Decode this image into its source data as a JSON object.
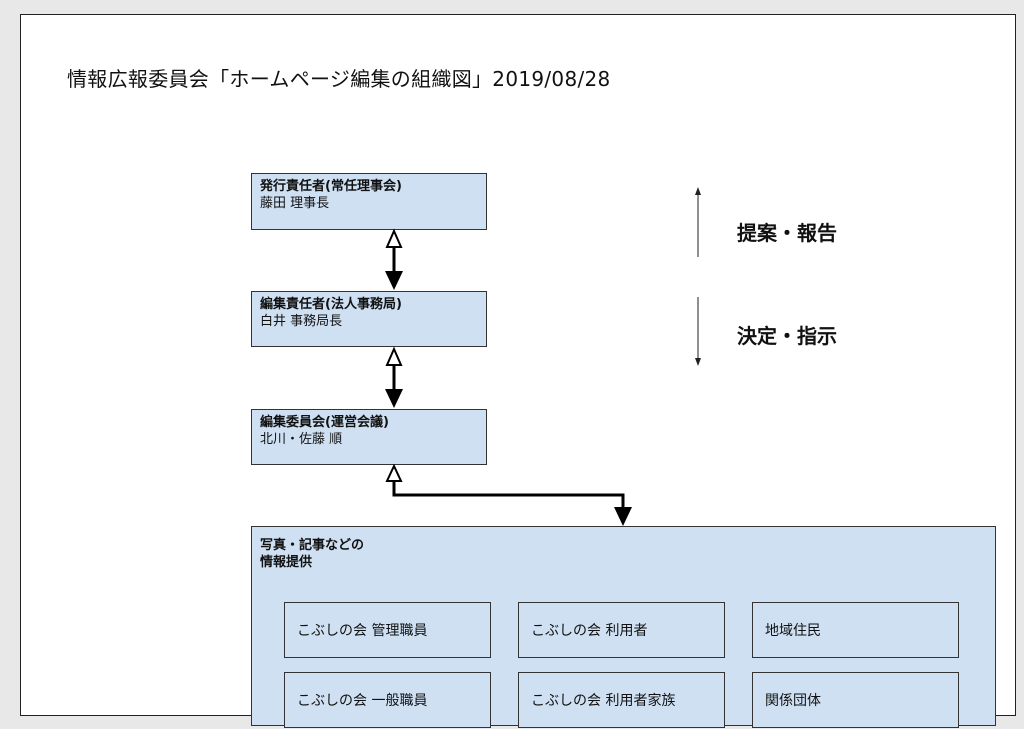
{
  "title": "情報広報委員会「ホームページ編集の組織図」2019/08/28",
  "issuer": {
    "role": "発行責任者(常任理事会)",
    "name": "藤田 理事長"
  },
  "editor": {
    "role": "編集責任者(法人事務局)",
    "name": "白井 事務局長"
  },
  "committee": {
    "role": "編集委員会(運営会議)",
    "name": "北川・佐藤 順"
  },
  "providers": {
    "title_line1": "写真・記事などの",
    "title_line2": "情報提供",
    "items": [
      "こぶしの会 管理職員",
      "こぶしの会 利用者",
      "地域住民",
      "こぶしの会 一般職員",
      "こぶしの会 利用者家族",
      "関係団体"
    ]
  },
  "side_labels": {
    "up": "提案・報告",
    "down": "決定・指示"
  }
}
